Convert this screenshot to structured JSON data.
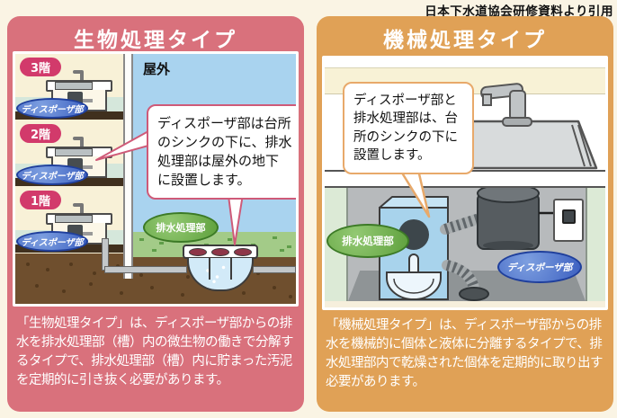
{
  "source_caption": "日本下水道協会研修資料より引用",
  "biological": {
    "title": "生物処理タイプ",
    "outdoor_label": "屋外",
    "floors": [
      {
        "label": "3階",
        "disposer_label": "ディスポーザ部"
      },
      {
        "label": "2階",
        "disposer_label": "ディスポーザ部"
      },
      {
        "label": "1階",
        "disposer_label": "ディスポーザ部"
      }
    ],
    "treatment_label": "排水処理部",
    "bubble_lines": [
      "ディスポーザ部は台所",
      "のシンクの下に、排水",
      "処理部は屋外の地下",
      "に設置します。"
    ],
    "description": "「生物処理タイプ」は、ディスポーザ部からの排水を排水処理部（槽）内の微生物の働きで分解するタイプで、排水処理部（槽）内に貯まった汚泥を定期的に引き抜く必要があります。"
  },
  "mechanical": {
    "title": "機械処理タイプ",
    "bubble_lines": [
      "ディスポーザ部と",
      "排水処理部は、台",
      "所のシンクの下に",
      "設置します。"
    ],
    "treatment_label": "排水処理部",
    "disposer_label": "ディスポーザ部",
    "description": "「機械処理タイプ」は、ディスポーザ部からの排水を機械的に個体と液体に分離するタイプで、排水処理部内で乾燥された個体を定期的に取り出す必要があります。"
  },
  "colors": {
    "page_bg": "#faf4e4",
    "bio_panel": "#d9717c",
    "mech_panel": "#e0a156",
    "badge_pink": "#d23a6b",
    "sky": "#a9d3ef",
    "grass": "#a3cb88",
    "soil": "#6f4f2e",
    "bubble_border_bio": "#cf5a78",
    "bubble_border_mech": "#e8a96a"
  }
}
